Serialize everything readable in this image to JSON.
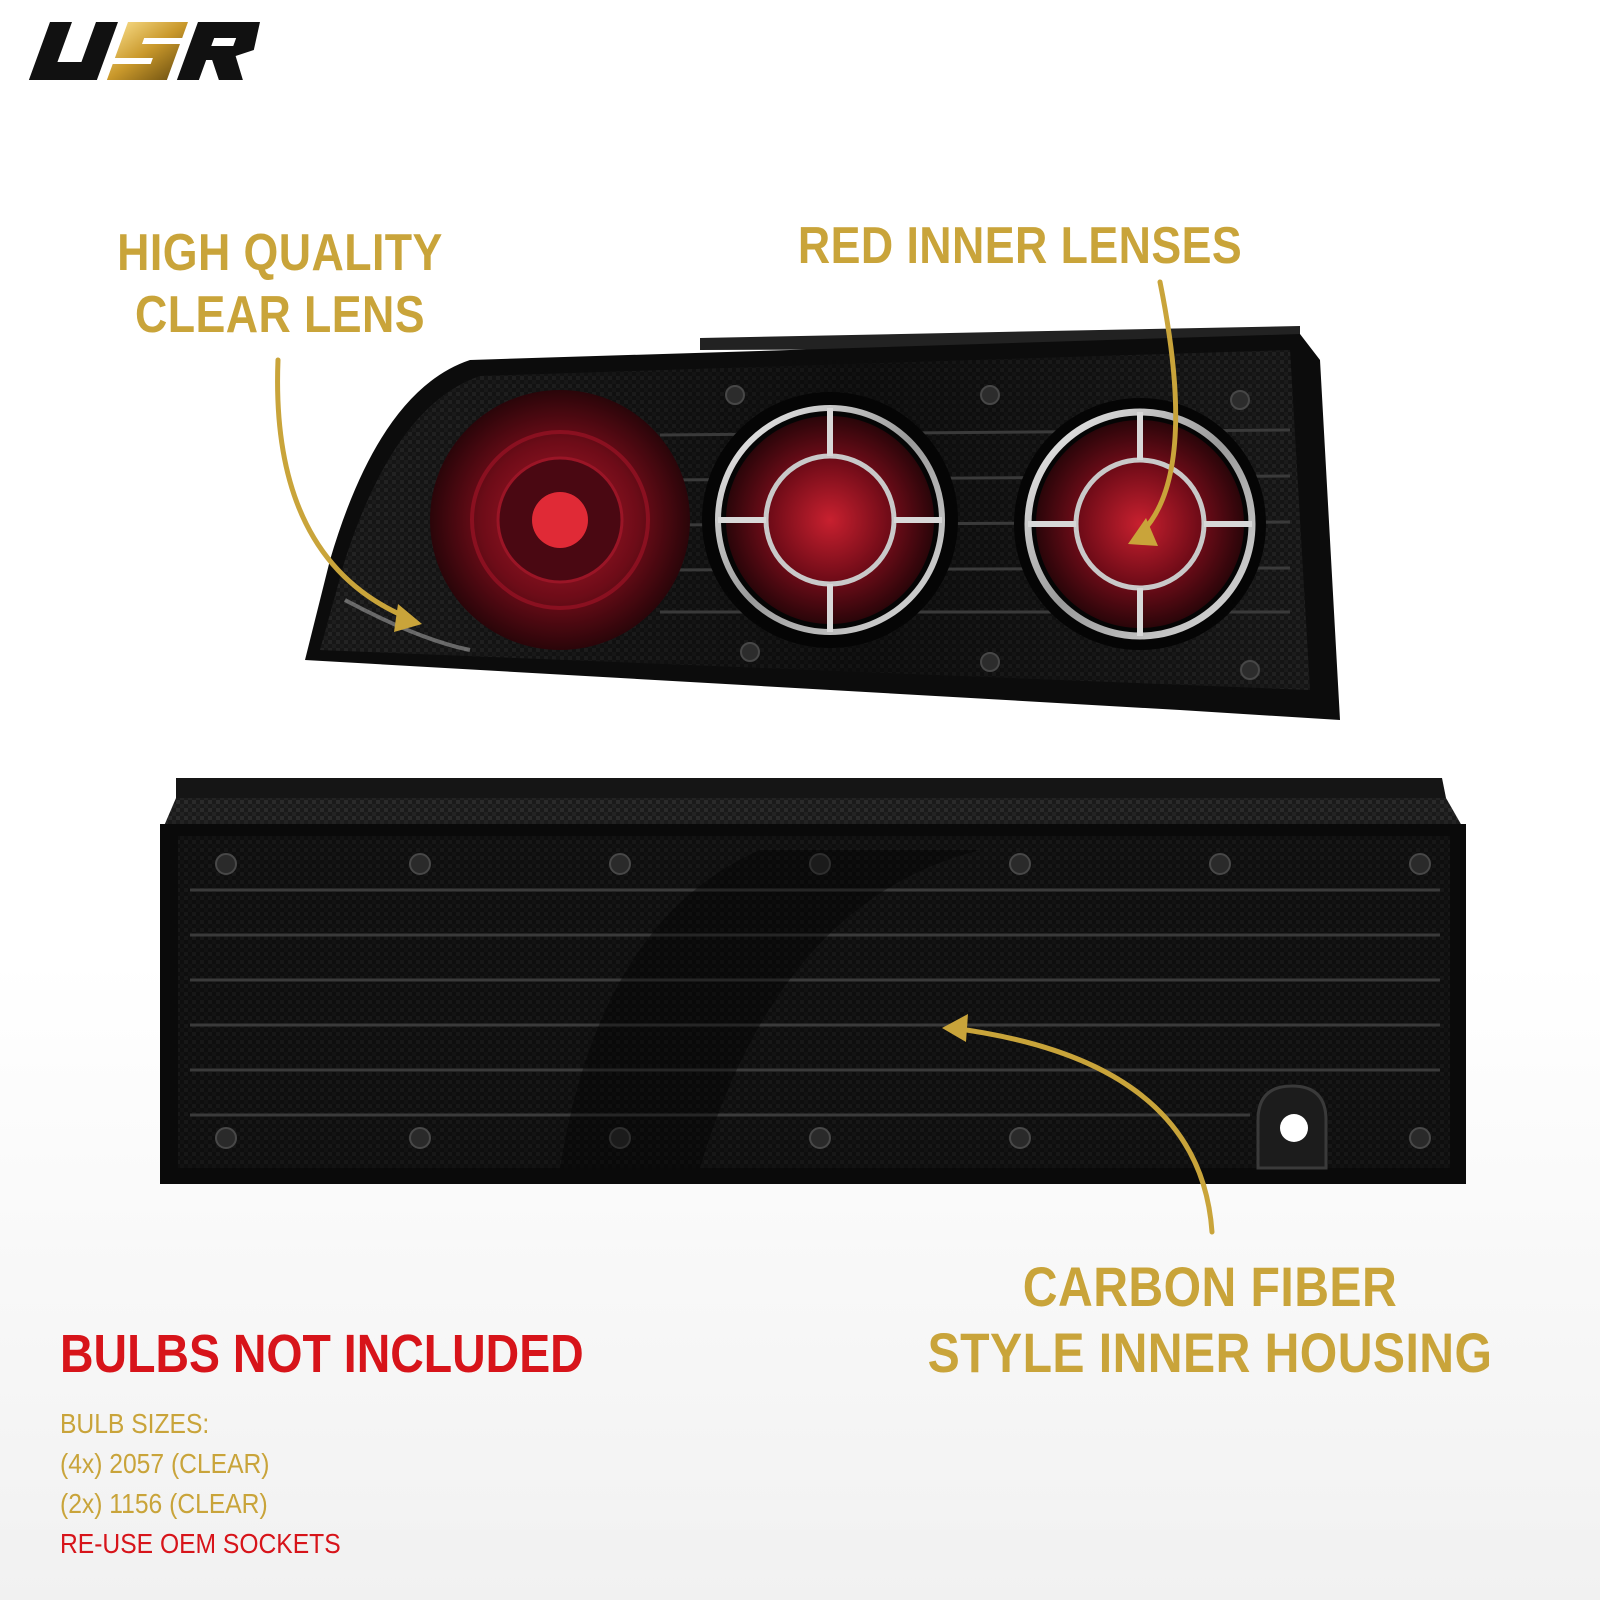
{
  "brand": {
    "logo_text": "USR"
  },
  "callouts": {
    "clear_lens": [
      "HIGH QUALITY",
      "CLEAR LENS"
    ],
    "red_lenses": [
      "RED INNER LENSES"
    ],
    "housing": [
      "CARBON FIBER",
      "STYLE INNER HOUSING"
    ]
  },
  "notice": {
    "title": "BULBS NOT INCLUDED",
    "label": "BULB SIZES:",
    "bulb_1": "(4x) 2057 (CLEAR)",
    "bulb_2": "(2x) 1156 (CLEAR)",
    "note": "RE-USE OEM SOCKETS"
  },
  "colors": {
    "gold": "#c9a43a",
    "red": "#d7141a",
    "housing": "#141414"
  }
}
